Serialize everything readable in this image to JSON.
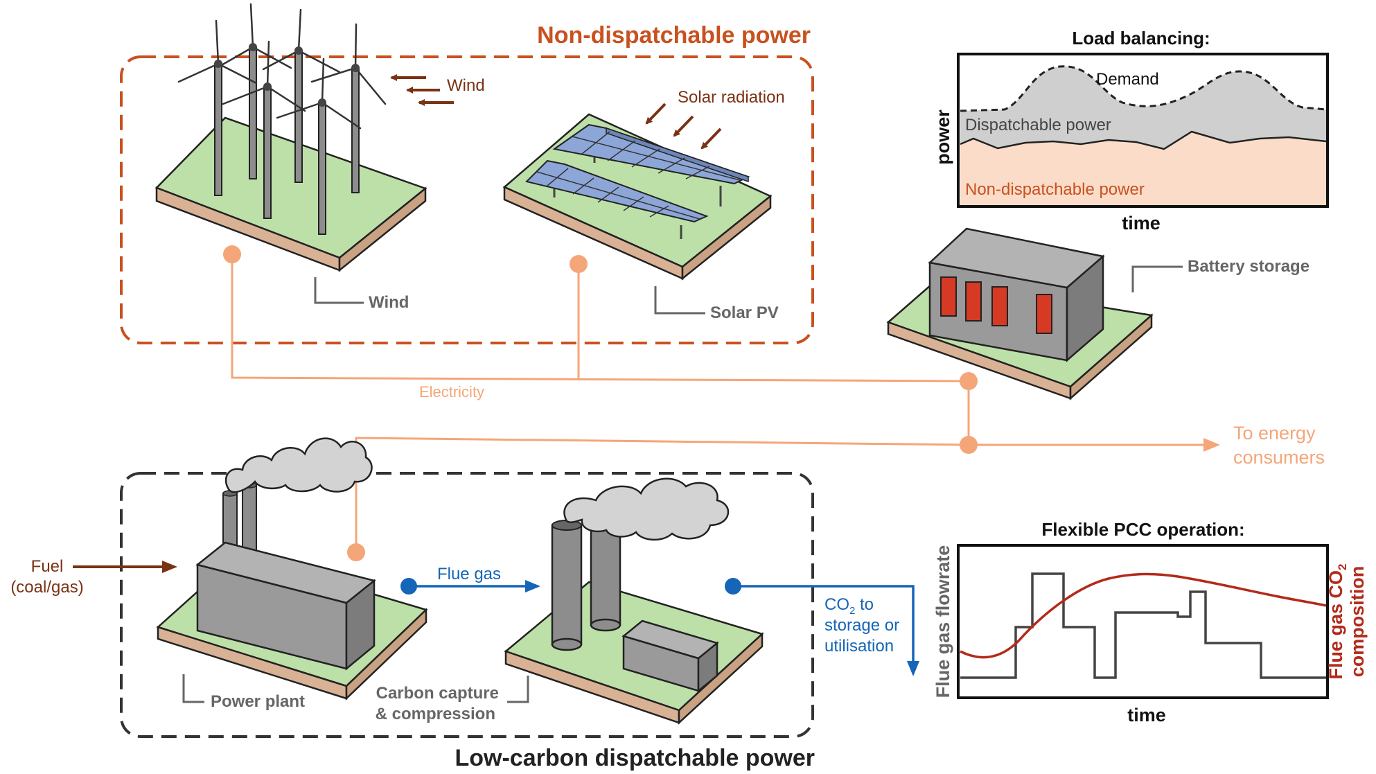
{
  "groups": {
    "non_dispatchable_title": "Non-dispatchable power",
    "dispatchable_title": "Low-carbon dispatchable power"
  },
  "labels": {
    "wind_arrow": "Wind",
    "solar_radiation": "Solar radiation",
    "wind": "Wind",
    "solar_pv": "Solar PV",
    "battery_storage": "Battery storage",
    "electricity": "Electricity",
    "to_energy_line1": "To energy",
    "to_energy_line2": "consumers",
    "fuel_line1": "Fuel",
    "fuel_line2": "(coal/gas)",
    "flue_gas": "Flue gas",
    "co2_line1": "CO",
    "co2_sub": "2",
    "co2_line1_suffix": " to",
    "co2_line2": "storage or",
    "co2_line3": "utilisation",
    "power_plant": "Power plant",
    "carbon_capture_line1": "Carbon capture",
    "carbon_capture_line2": "& compression"
  },
  "load_chart": {
    "title": "Load balancing:",
    "ylabel": "power",
    "xlabel": "time",
    "demand_label": "Demand",
    "dispatchable_label": "Dispatchable power",
    "nondispatchable_label": "Non-dispatchable power"
  },
  "pcc_chart": {
    "title": "Flexible PCC operation:",
    "xlabel": "time",
    "ylabel_left": "Flue gas flowrate",
    "ylabel_right_main": "Flue gas CO",
    "ylabel_right_sub": "2",
    "ylabel_right_line2": "composition"
  },
  "colors": {
    "orange": "#c8511f",
    "electricity": "#f4a679",
    "brown": "#7a3214",
    "blue": "#1565b8",
    "dark_gray": "#333333",
    "label_gray": "#666666",
    "grass": "#bde0a8",
    "base": "#d9b296",
    "red_curve": "#b32a1a",
    "nondispatch_fill": "#fbdcc9",
    "dispatch_fill": "#cfcfcf"
  }
}
